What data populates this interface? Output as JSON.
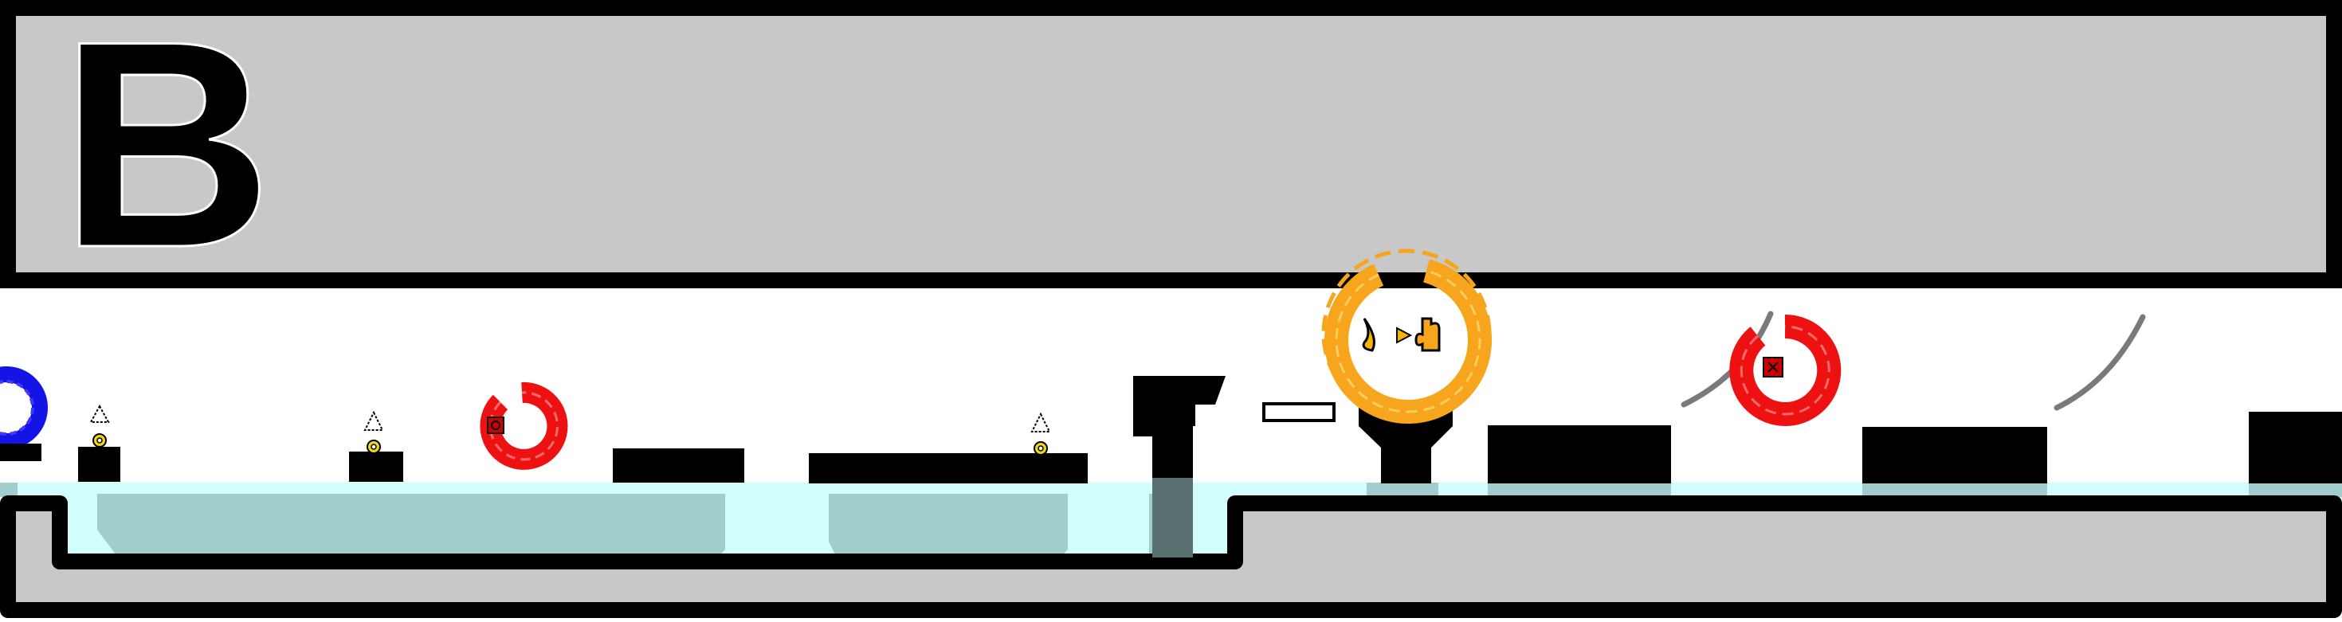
{
  "level": {
    "label": "B"
  },
  "colors": {
    "frame_gray": "#c8c8c8",
    "outline": "#000000",
    "water_light": "#d2fdfd",
    "water_dark": "#a1cdcc",
    "portal_blue": "#1414e6",
    "portal_red": "#ee1111",
    "portal_orange": "#f7a51c",
    "bar_outline": "#7a7a7a"
  },
  "entities": {
    "portals": [
      {
        "color": "blue",
        "icon": "partial-ring-icon"
      },
      {
        "color": "red",
        "icon": "red-key-icon"
      },
      {
        "color": "orange",
        "icon": "banana-to-puzzle-icon"
      },
      {
        "color": "red",
        "icon": "red-key-icon"
      }
    ],
    "spawn_markers": 3,
    "wall_legend": "empty-rectangle"
  }
}
